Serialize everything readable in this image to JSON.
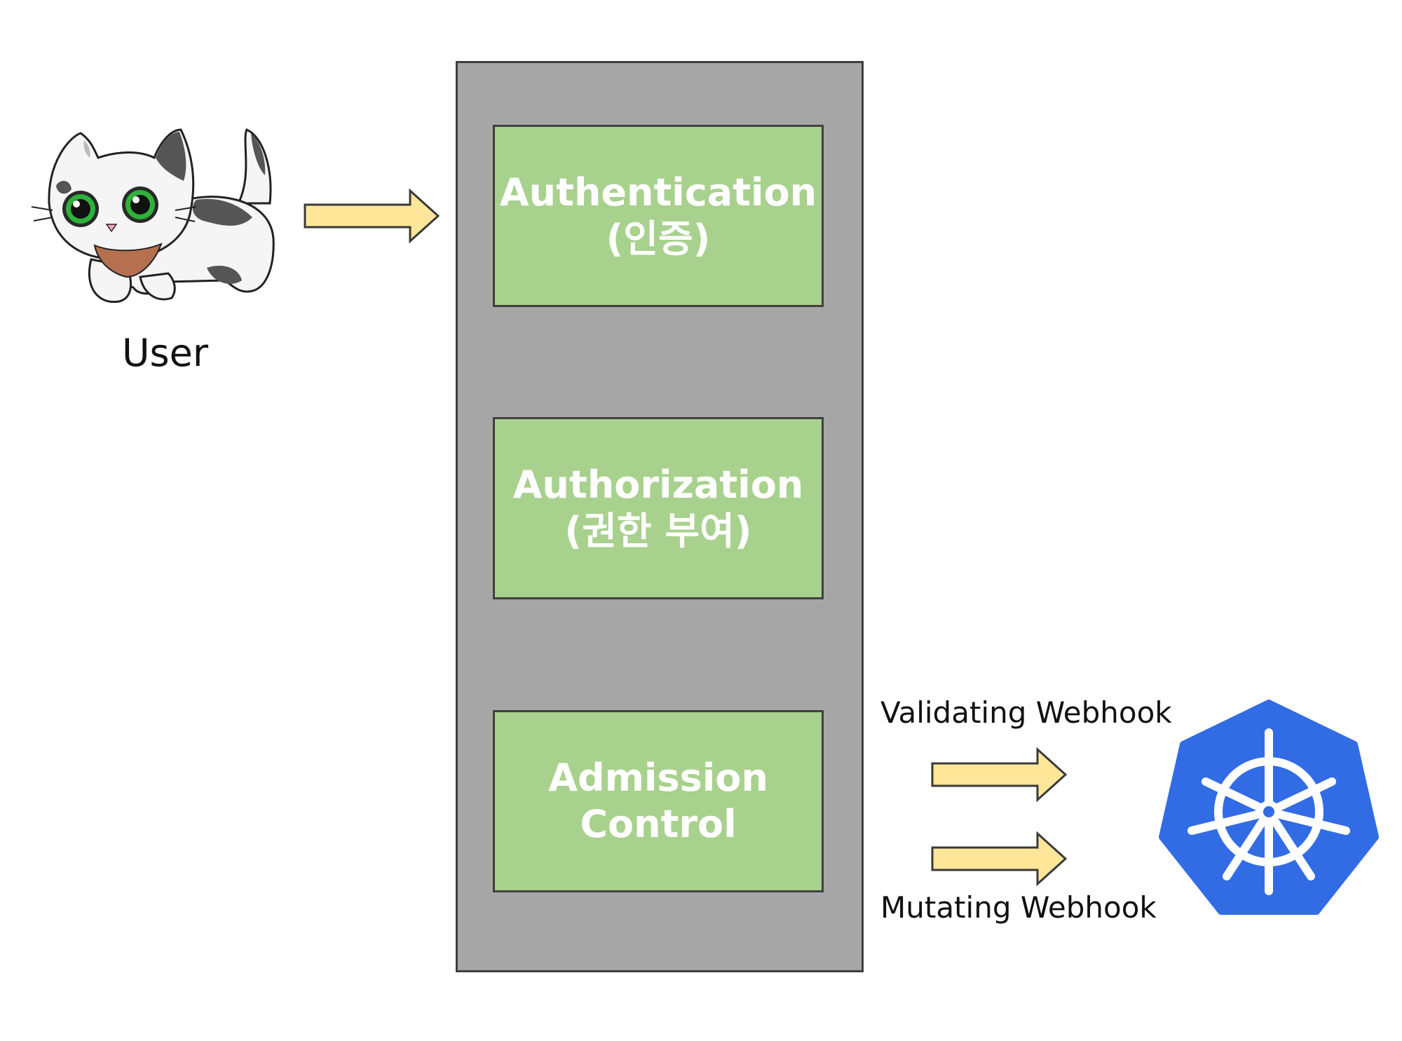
{
  "user": {
    "label": "User",
    "avatar_icon": "cat-mascot-icon"
  },
  "stages": [
    {
      "title": "Authentication",
      "subtitle": "(인증)"
    },
    {
      "title": "Authorization",
      "subtitle": "(권한 부여)"
    },
    {
      "title": "Admission",
      "subtitle": "Control"
    }
  ],
  "webhooks": {
    "validating": "Validating Webhook",
    "mutating": "Mutating Webhook"
  },
  "target": {
    "icon": "kubernetes-logo-icon"
  },
  "colors": {
    "pipeline_bg": "#a6a6a6",
    "stage_bg": "#a9d18e",
    "arrow_fill": "#ffe699",
    "kubernetes_blue": "#326ce5"
  }
}
